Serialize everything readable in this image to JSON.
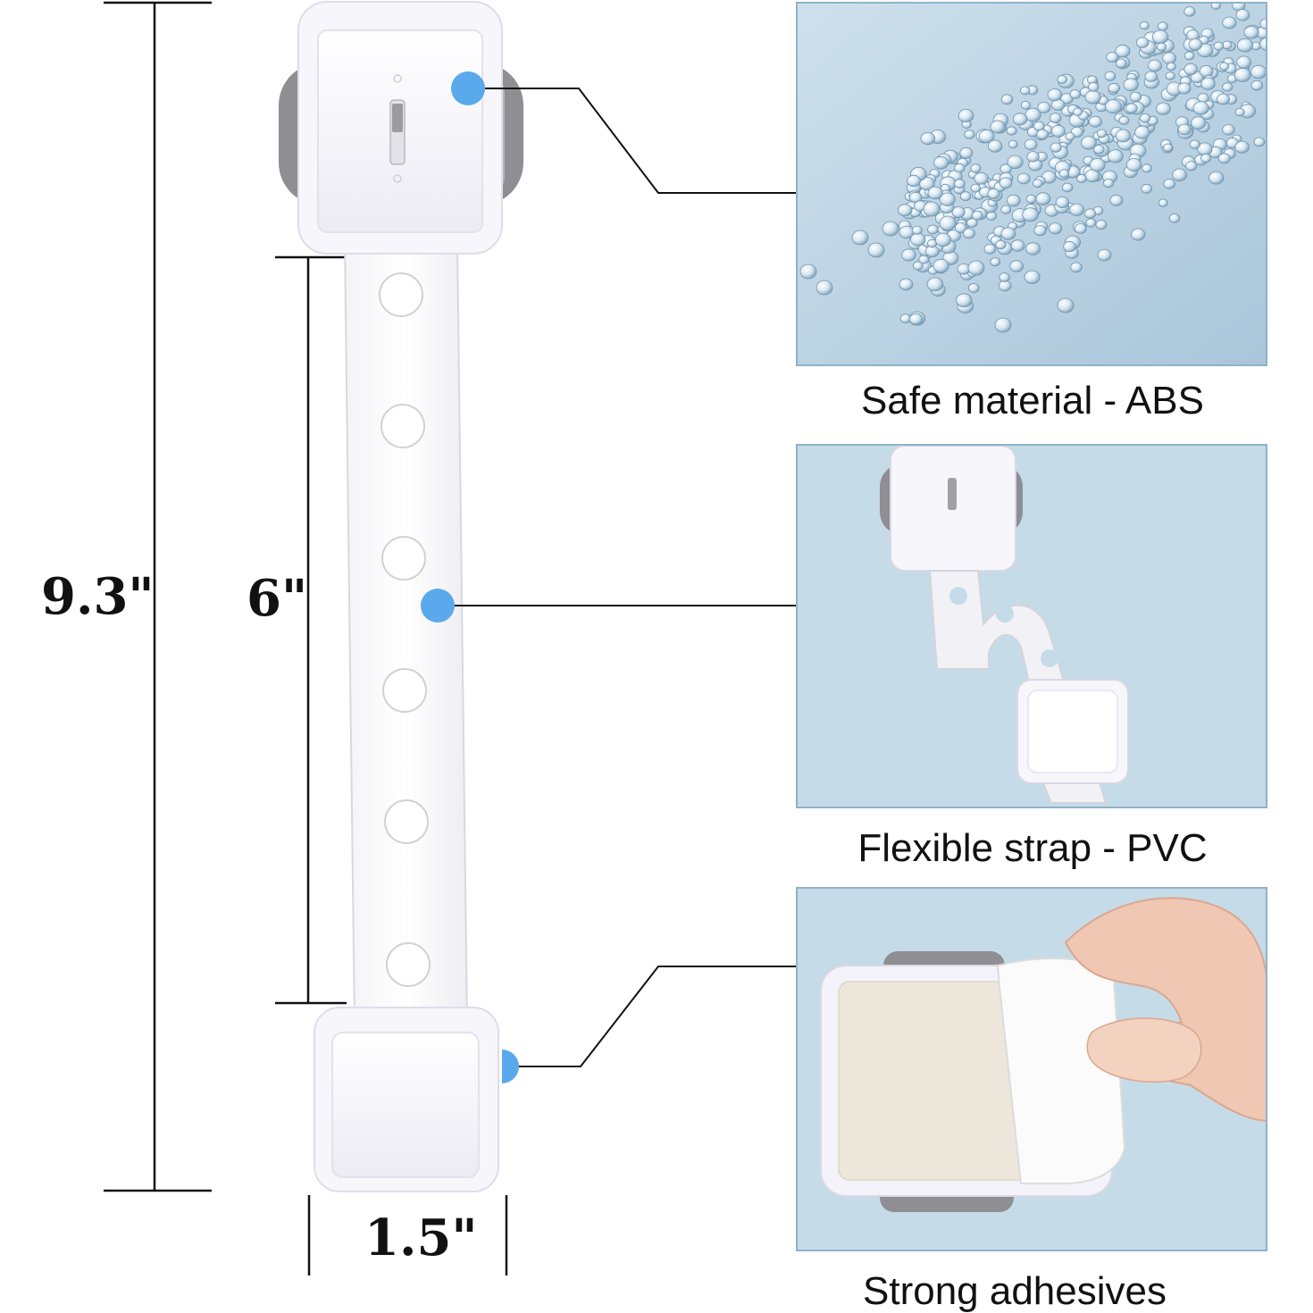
{
  "dimensions": {
    "total_length": "9.3\"",
    "strap_length": "6\"",
    "width": "1.5\""
  },
  "features": [
    {
      "caption": "Safe material - ABS"
    },
    {
      "caption": "Flexible strap - PVC"
    },
    {
      "caption": "Strong adhesives"
    }
  ],
  "colors": {
    "accent_dot": "#5aa9ec",
    "panel_border": "#8fb2c9",
    "panel_background": "#c6dbe8",
    "lock_body": "#f6f5fb",
    "lock_side": "#8e8e93",
    "dimension_line": "#111111"
  }
}
